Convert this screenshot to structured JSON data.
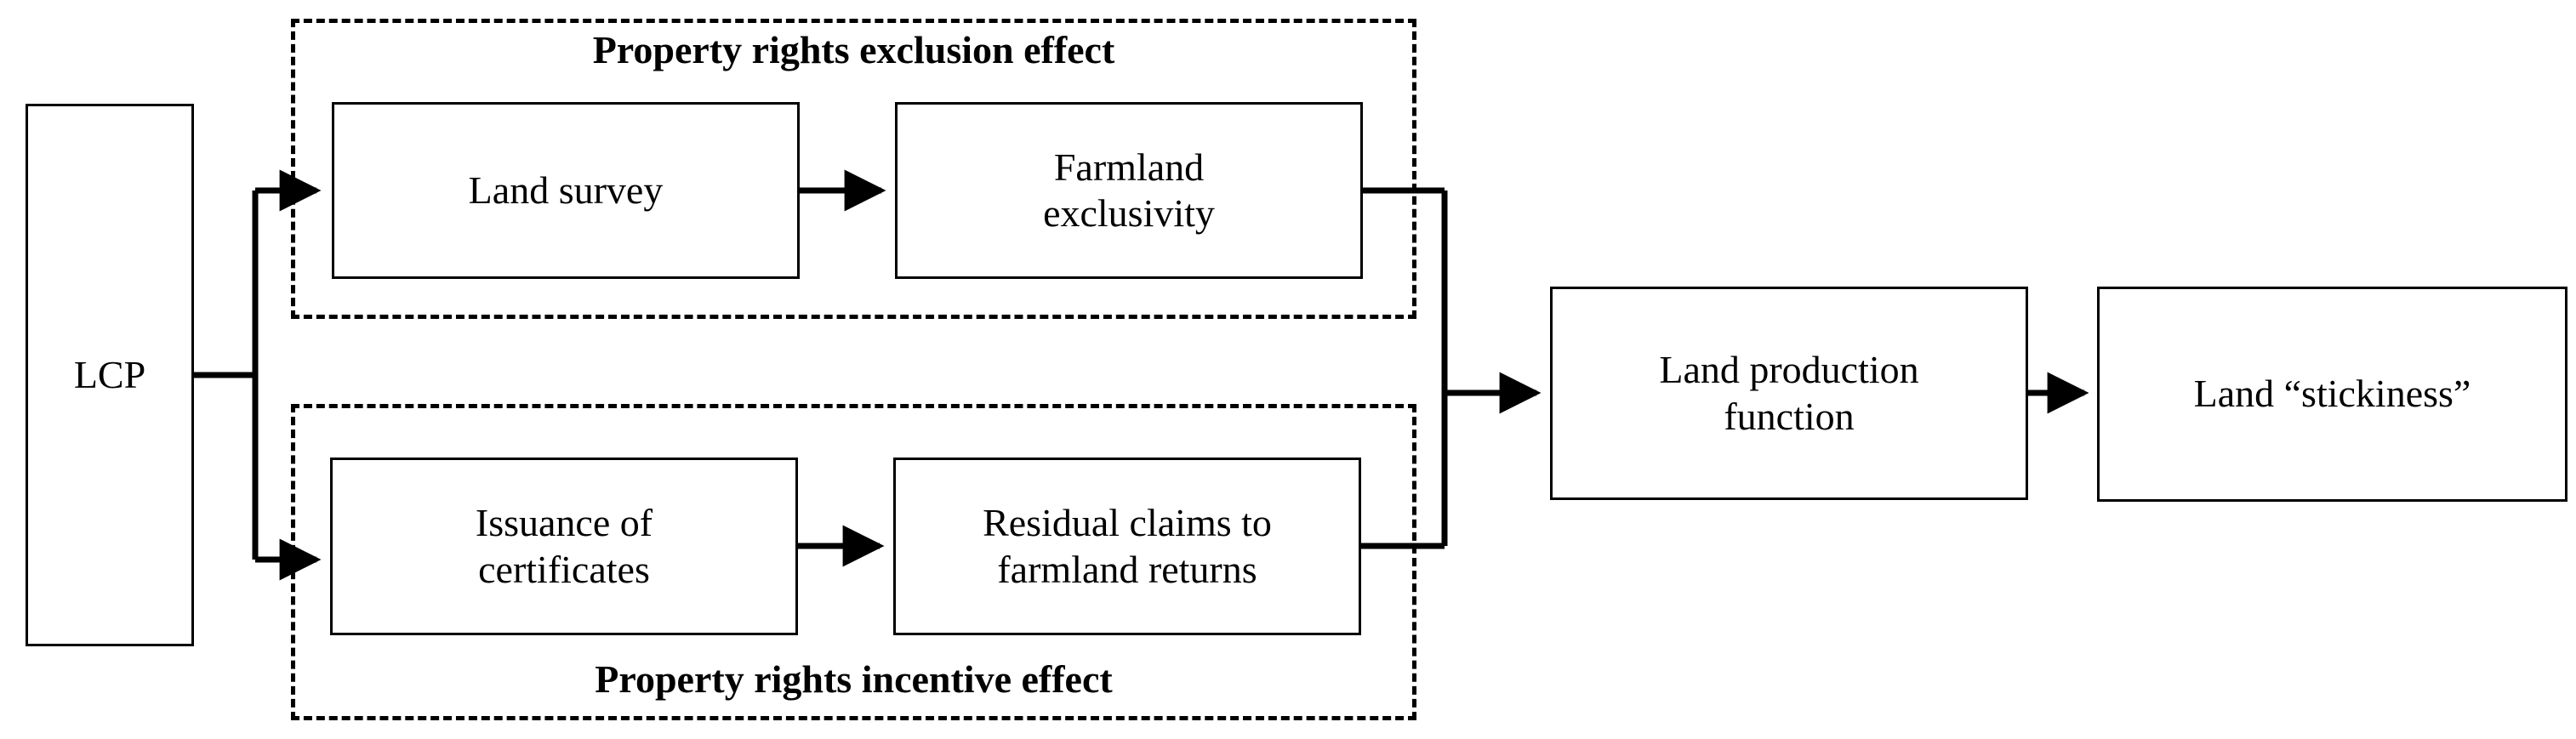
{
  "diagram": {
    "title": "LCP property rights mechanism flow",
    "background_color": "#ffffff",
    "line_color": "#000000",
    "nodes": {
      "lcp": "LCP",
      "land_survey": "Land survey",
      "farmland_exclusivity": "Farmland\nexclusivity",
      "issuance_of_certificates": "Issuance of\ncertificates",
      "residual_claims": "Residual claims to\nfarmland returns",
      "land_production_function": "Land production\nfunction",
      "land_stickiness": "Land “stickiness”"
    },
    "groups": {
      "exclusion_label": "Property rights exclusion effect",
      "incentive_label": "Property rights incentive effect"
    },
    "edges": [
      {
        "from": "lcp",
        "to": "land_survey",
        "style": "solid-arrow"
      },
      {
        "from": "lcp",
        "to": "issuance_of_certificates",
        "style": "solid-arrow"
      },
      {
        "from": "land_survey",
        "to": "farmland_exclusivity",
        "style": "solid-arrow"
      },
      {
        "from": "issuance_of_certificates",
        "to": "residual_claims",
        "style": "solid-arrow"
      },
      {
        "from": "farmland_exclusivity",
        "to": "land_production_function",
        "style": "solid-arrow"
      },
      {
        "from": "residual_claims",
        "to": "land_production_function",
        "style": "solid-arrow"
      },
      {
        "from": "land_production_function",
        "to": "land_stickiness",
        "style": "solid-arrow"
      }
    ]
  }
}
